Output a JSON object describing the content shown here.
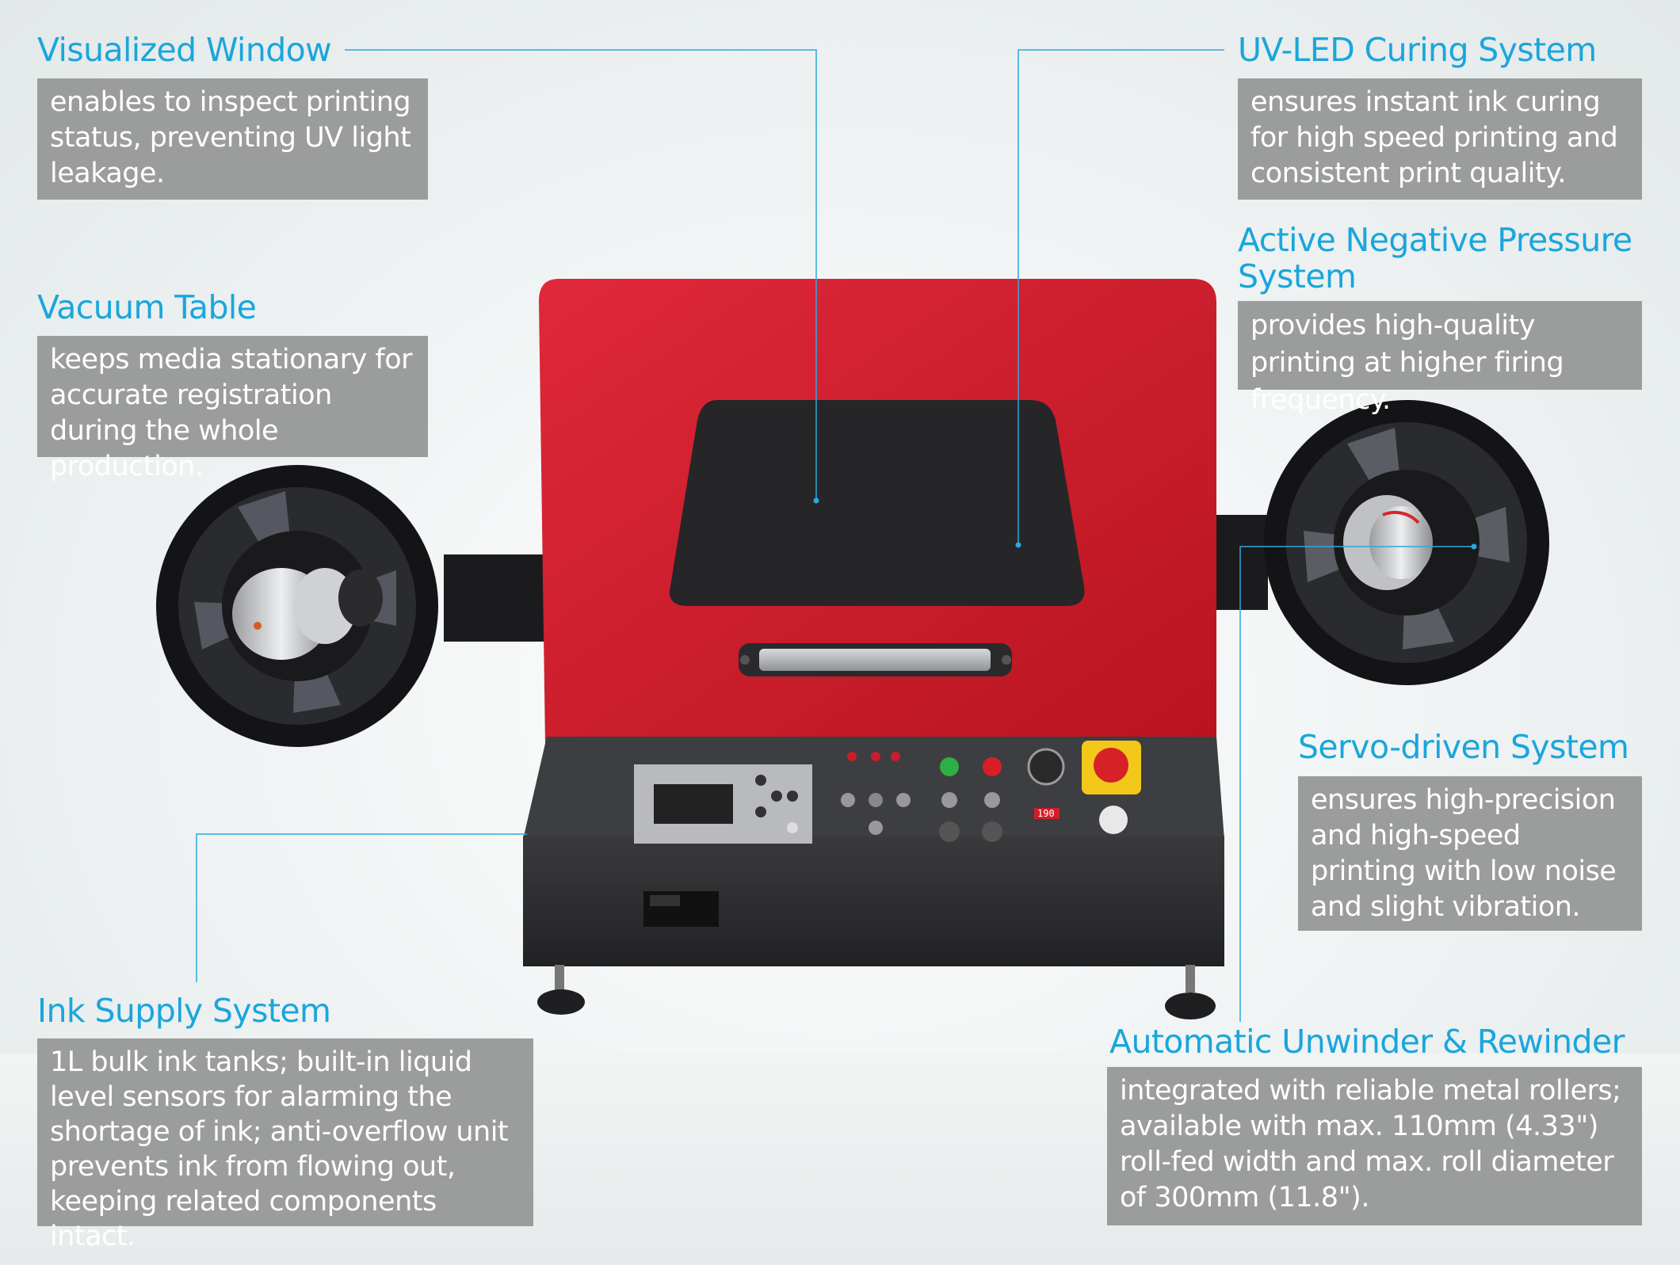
{
  "colors": {
    "accent": "#19a6dc",
    "box_bg": "#9b9d9c",
    "box_text": "#ffffff",
    "machine_red": "#cc1a2c",
    "machine_black": "#262628"
  },
  "features": {
    "visualized_window": {
      "title": "Visualized Window",
      "desc": "enables to inspect printing status, preventing UV light leakage."
    },
    "vacuum_table": {
      "title": "Vacuum Table",
      "desc": "keeps media stationary for accurate registration during the whole production."
    },
    "ink_supply": {
      "title": "Ink Supply System",
      "desc": "1L bulk ink tanks; built-in liquid level sensors for alarming the shortage of ink; anti-overflow unit prevents ink from flowing out, keeping related components intact."
    },
    "uv_led": {
      "title": "UV-LED Curing System",
      "desc": "ensures instant ink curing for high speed printing and consistent print quality."
    },
    "negative_pressure": {
      "title": "Active Negative Pressure System",
      "desc": "provides high-quality printing at higher firing frequency."
    },
    "servo": {
      "title": "Servo-driven System",
      "desc": "ensures high-precision and high-speed printing with low noise and slight vibration."
    },
    "unwinder": {
      "title": "Automatic Unwinder & Rewinder",
      "desc": "integrated with reliable metal rollers; available with max. 110mm (4.33\") roll-fed width and max. roll diameter of 300mm (11.8\")."
    }
  },
  "machine": {
    "display_readout": "190"
  }
}
